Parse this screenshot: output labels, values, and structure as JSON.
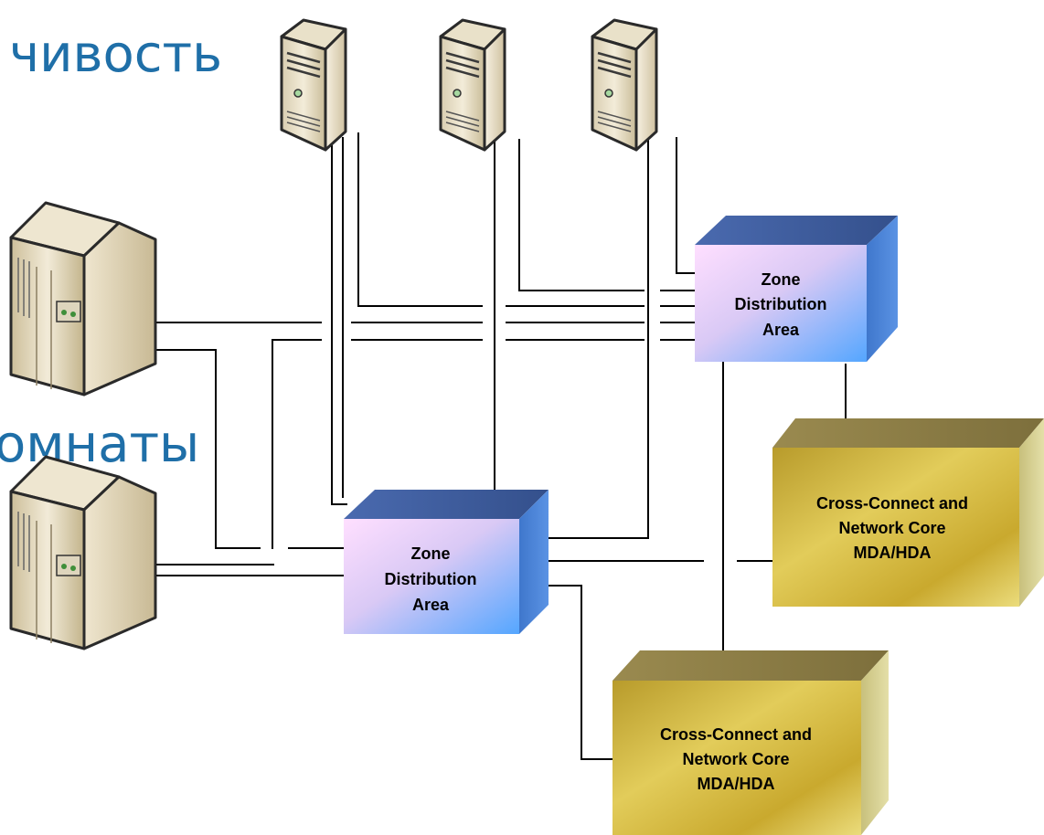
{
  "background_text": {
    "line1": "чивость",
    "line2": "омнаты"
  },
  "zone_boxes": [
    {
      "lines": [
        "Zone",
        "Distribution",
        "Area"
      ]
    },
    {
      "lines": [
        "Zone",
        "Distribution",
        "Area"
      ]
    }
  ],
  "core_boxes": [
    {
      "lines": [
        "Cross-Connect and",
        "Network Core",
        "MDA/HDA"
      ]
    },
    {
      "lines": [
        "Cross-Connect and",
        "Network Core",
        "MDA/HDA"
      ]
    }
  ],
  "devices": {
    "tower_servers": [
      "server-tower-icon",
      "server-tower-icon",
      "server-tower-icon"
    ],
    "rack_servers": [
      "server-rack-icon",
      "server-rack-icon"
    ]
  },
  "colors": {
    "title_text": "#1f6fa8",
    "zone_front_top": "#ffdfff",
    "zone_front_bottom": "#54a6ff",
    "zone_top_face": "#3f5c9e",
    "zone_side_face": "#4f86d8",
    "core_front": "#c9a92e",
    "core_top_face": "#8c7d44",
    "core_side_face": "#d8d294",
    "wire": "#000000"
  }
}
